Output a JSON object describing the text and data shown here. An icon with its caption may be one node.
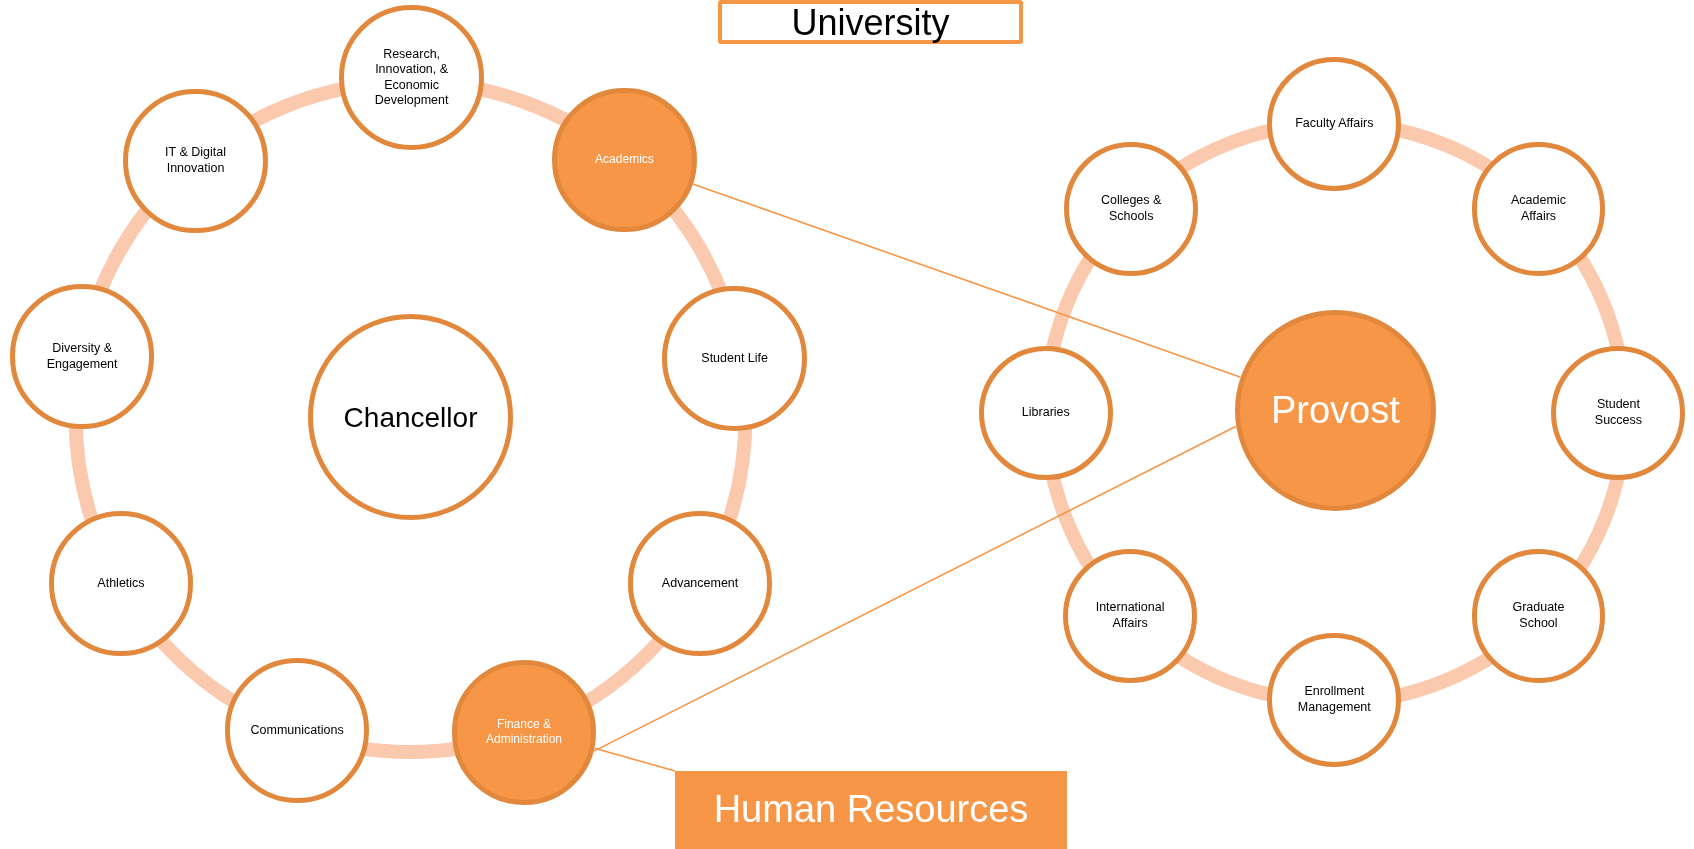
{
  "diagram": {
    "nodes": [
      {
        "text": [
          "University"
        ]
      },
      {
        "text": [
          "Chancellor"
        ]
      },
      {
        "text": [
          "Research, Innovation, & Economic Development"
        ]
      },
      {
        "text": [
          "IT & Digital Innovation"
        ]
      },
      {
        "text": [
          "Academics"
        ]
      },
      {
        "text": [
          "Diversity & Engagement"
        ]
      },
      {
        "text": [
          "Student Life"
        ]
      },
      {
        "text": [
          "Athletics"
        ]
      },
      {
        "text": [
          "Advancement"
        ]
      },
      {
        "text": [
          "Communications"
        ]
      },
      {
        "text": [
          "Finance & Administration"
        ]
      },
      {
        "text": [
          "Provost"
        ]
      },
      {
        "text": [
          "Faculty Affairs"
        ]
      },
      {
        "text": [
          "Colleges & Schools"
        ]
      },
      {
        "text": [
          "Academic Affairs"
        ]
      },
      {
        "text": [
          "Libraries"
        ]
      },
      {
        "text": [
          "Student Success"
        ]
      },
      {
        "text": [
          "International Affairs"
        ]
      },
      {
        "text": [
          "Graduate School"
        ]
      },
      {
        "text": [
          "Enrollment Management"
        ]
      },
      {
        "text": [
          "Human Resources"
        ]
      }
    ],
    "edges": [
      {
        "from": 4,
        "to": 11,
        "arrow": "none"
      },
      {
        "from": 10,
        "to": 11,
        "arrow": "none"
      },
      {
        "from": 10,
        "to": 20,
        "arrow": "none"
      }
    ]
  }
}
